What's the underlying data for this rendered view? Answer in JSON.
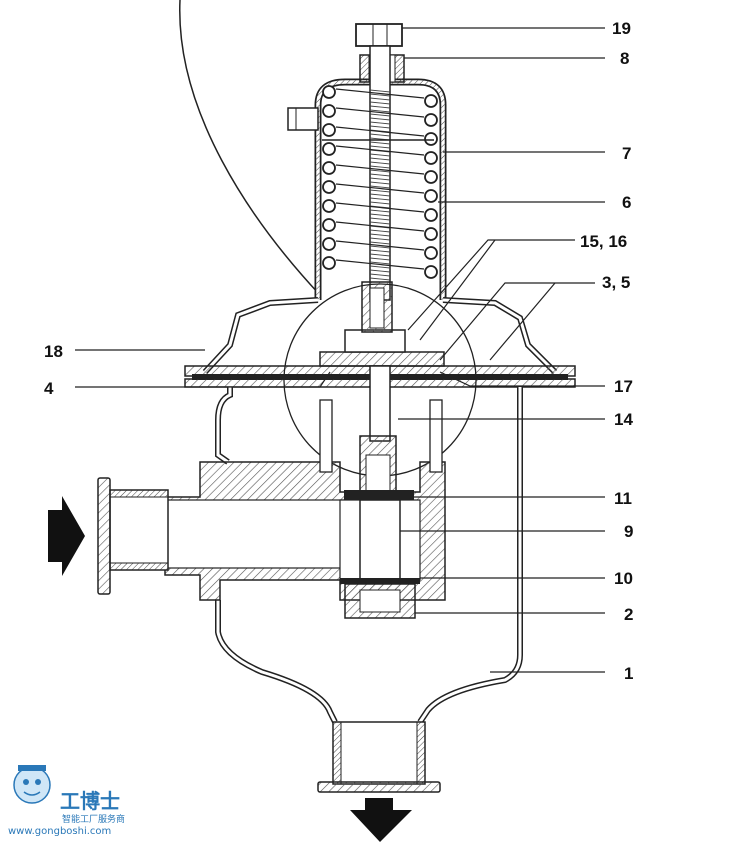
{
  "diagram": {
    "callouts": [
      {
        "id": "19",
        "label": "19"
      },
      {
        "id": "8",
        "label": "8"
      },
      {
        "id": "7",
        "label": "7"
      },
      {
        "id": "6",
        "label": "6"
      },
      {
        "id": "15_16",
        "label": "15, 16"
      },
      {
        "id": "3_5",
        "label": "3, 5"
      },
      {
        "id": "18",
        "label": "18"
      },
      {
        "id": "4",
        "label": "4"
      },
      {
        "id": "17",
        "label": "17"
      },
      {
        "id": "14",
        "label": "14"
      },
      {
        "id": "11",
        "label": "11"
      },
      {
        "id": "9",
        "label": "9"
      },
      {
        "id": "10",
        "label": "10"
      },
      {
        "id": "2",
        "label": "2"
      },
      {
        "id": "1",
        "label": "1"
      }
    ],
    "flow_arrows": [
      "inlet-arrow-right",
      "outlet-arrow-down"
    ],
    "colors": {
      "line": "#222222",
      "hatch": "#555555",
      "watermark": "#2a78b8"
    }
  },
  "watermark": {
    "brand": "工博士",
    "tagline": "智能工厂服务商",
    "url": "www.gongboshi.com"
  }
}
